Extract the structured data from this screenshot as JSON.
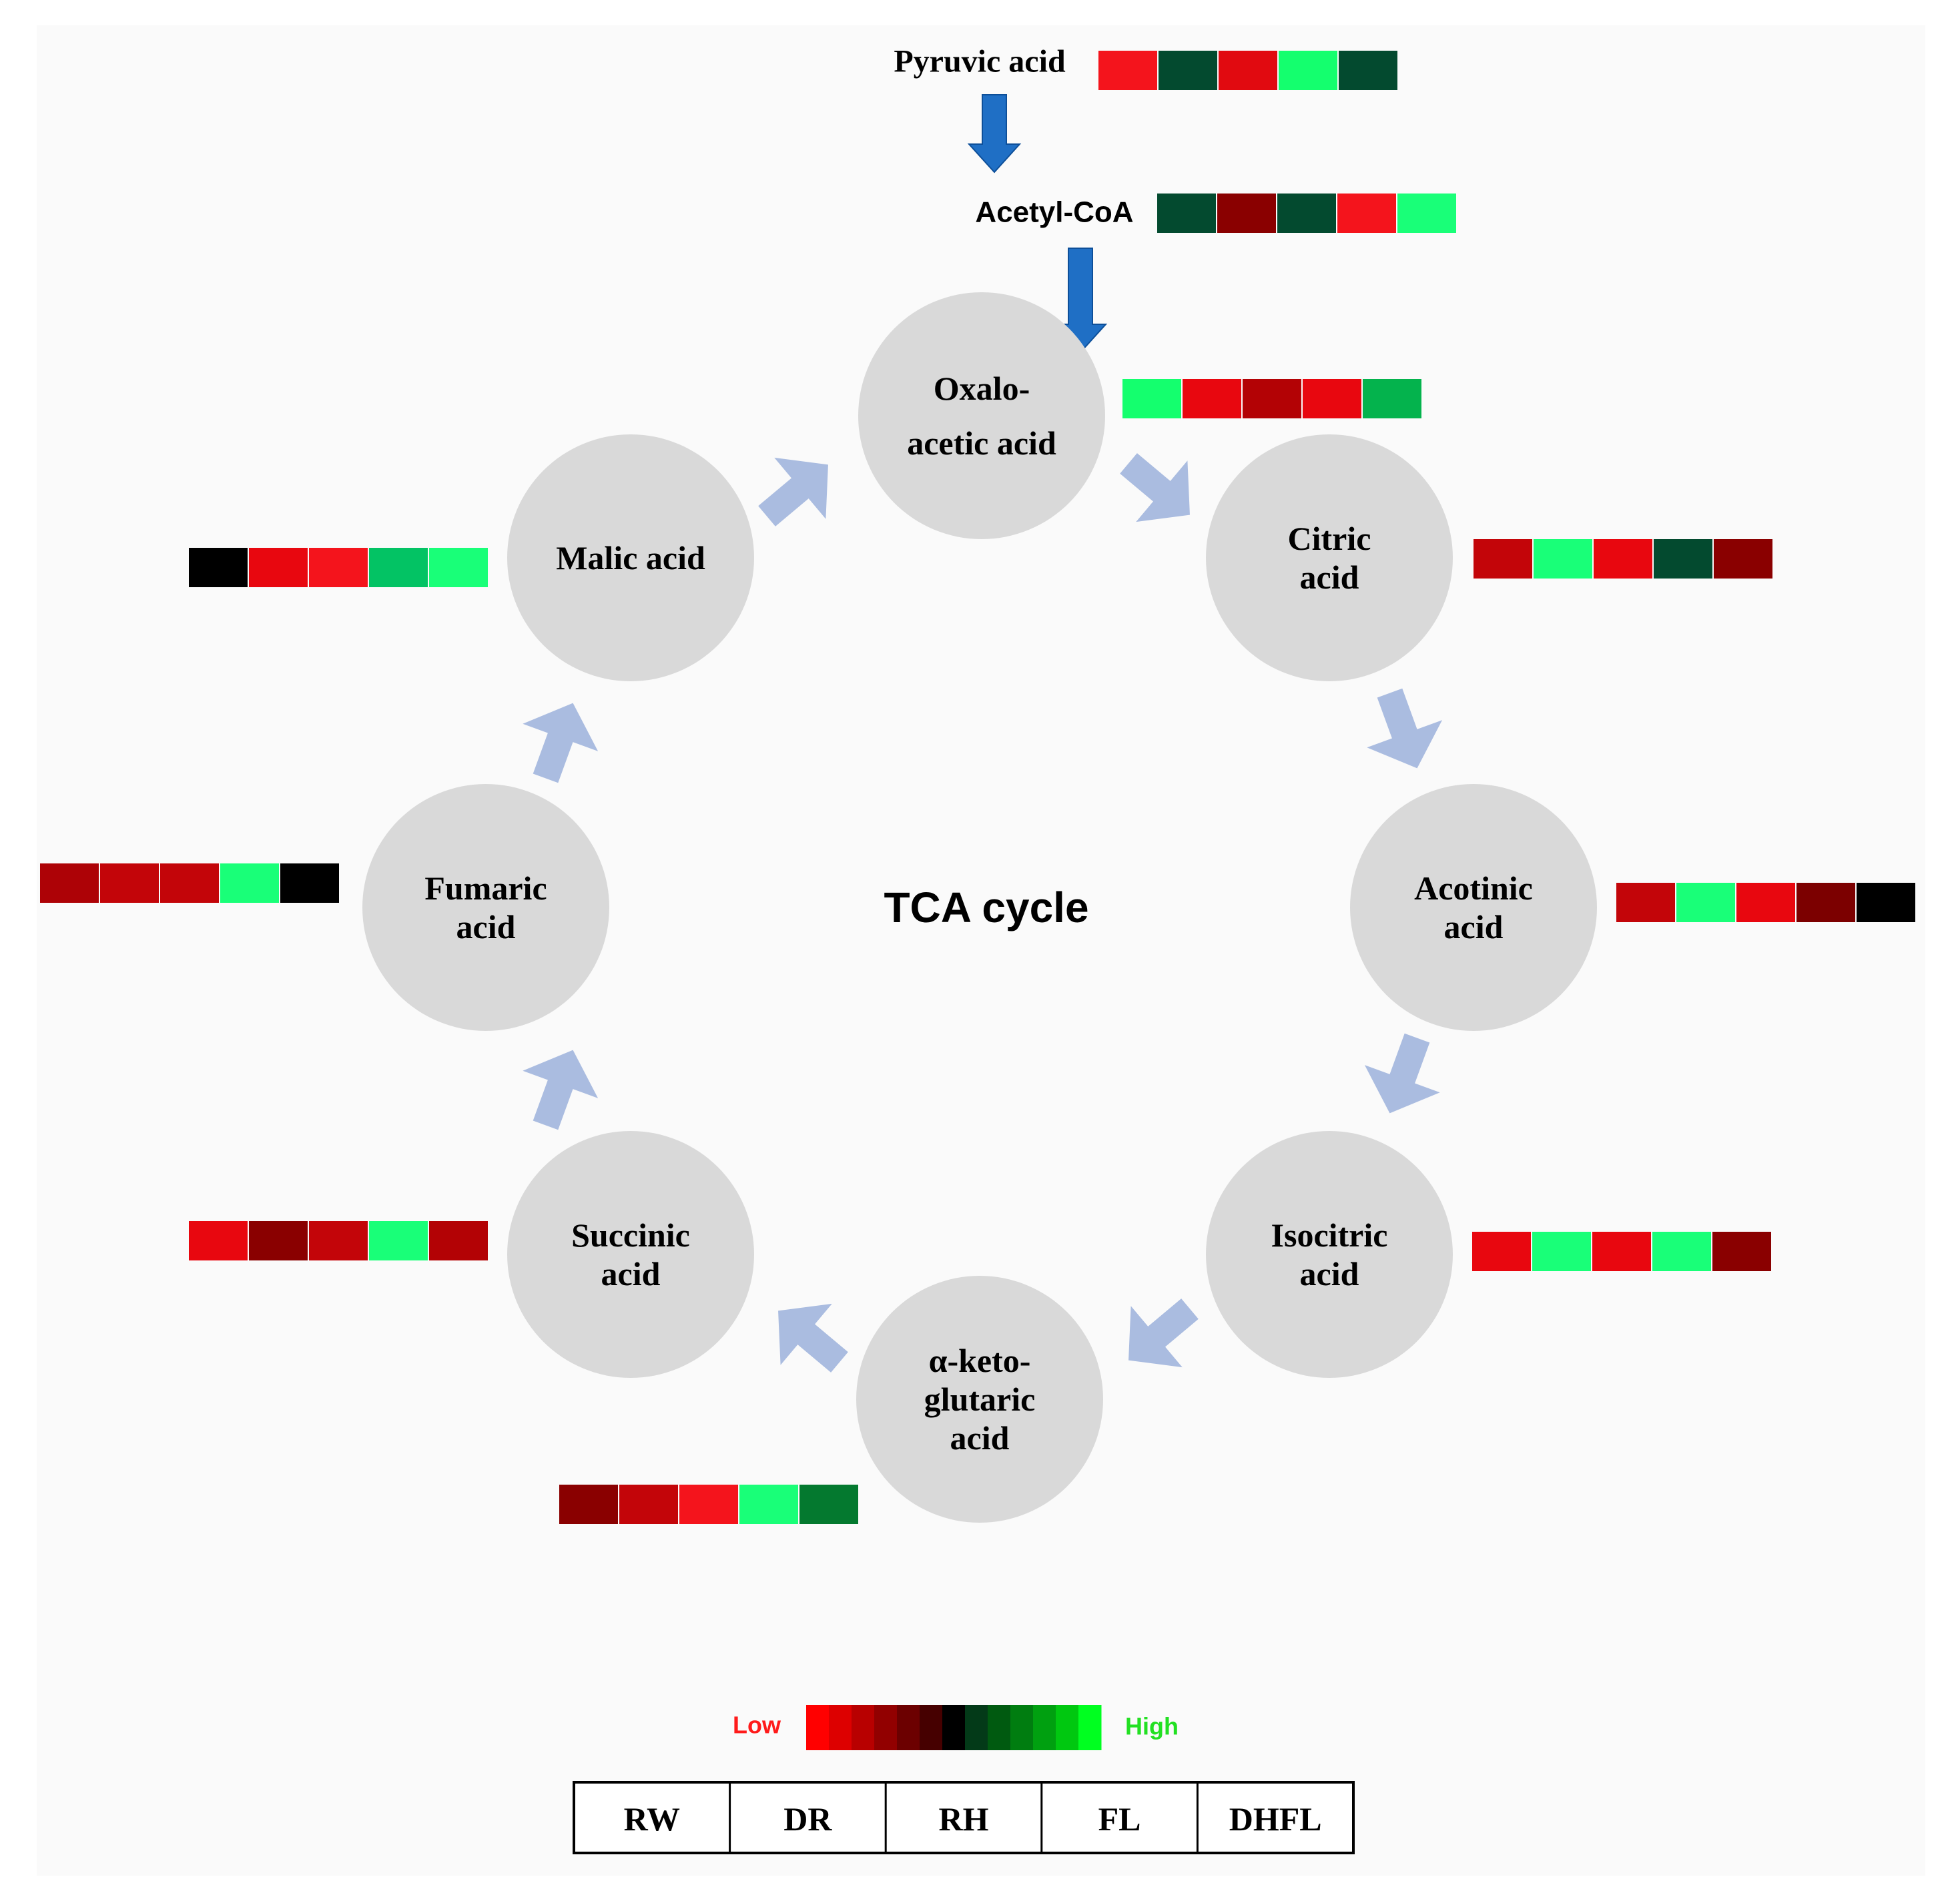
{
  "diagram": {
    "center_label": "TCA cycle",
    "upstream": [
      {
        "id": "pyruvic",
        "label": "Pyruvic acid",
        "colors": [
          "#f4141c",
          "#034a2f",
          "#e10a10",
          "#14ff6e",
          "#034a2f"
        ]
      },
      {
        "id": "acetyl",
        "label": "Acetyl-CoA",
        "colors": [
          "#034a2f",
          "#8a0000",
          "#034a2f",
          "#f4141c",
          "#19ff78"
        ]
      }
    ],
    "cycle": [
      {
        "id": "oxalo",
        "lines": [
          "Oxalo-",
          "acetic acid"
        ],
        "colors": [
          "#14ff6e",
          "#e8070f",
          "#b30205",
          "#e8070f",
          "#04b34d"
        ]
      },
      {
        "id": "citric",
        "lines": [
          "Citric",
          "acid"
        ],
        "colors": [
          "#c30509",
          "#19ff78",
          "#e8070f",
          "#034a2f",
          "#8a0000"
        ]
      },
      {
        "id": "acotinic",
        "lines": [
          "Acotinic",
          "acid"
        ],
        "colors": [
          "#c30509",
          "#19ff78",
          "#e8070f",
          "#7c0000",
          "#000000"
        ]
      },
      {
        "id": "isocitric",
        "lines": [
          "Isocitric",
          "acid"
        ],
        "colors": [
          "#e8070f",
          "#19ff78",
          "#e8070f",
          "#19ff78",
          "#8a0000"
        ]
      },
      {
        "id": "aketo",
        "lines": [
          "α-keto-",
          "glutaric",
          "acid"
        ],
        "colors": [
          "#8a0000",
          "#c30509",
          "#f4141c",
          "#19ff78",
          "#04792f"
        ]
      },
      {
        "id": "succinic",
        "lines": [
          "Succinic",
          "acid"
        ],
        "colors": [
          "#e8070f",
          "#8a0000",
          "#c30509",
          "#19ff78",
          "#b30205"
        ]
      },
      {
        "id": "fumaric",
        "lines": [
          "Fumaric",
          "acid"
        ],
        "colors": [
          "#ad0206",
          "#c30509",
          "#c30509",
          "#19ff78",
          "#000000"
        ]
      },
      {
        "id": "malic",
        "lines": [
          "Malic acid"
        ],
        "colors": [
          "#000000",
          "#e8070f",
          "#f4141c",
          "#03c364",
          "#19ff78"
        ]
      }
    ],
    "legend": {
      "low_label": "Low",
      "high_label": "High",
      "low_color": "#ff1a1a",
      "high_color": "#22e022",
      "scale_colors": [
        "#ff0000",
        "#dd0000",
        "#b80000",
        "#920000",
        "#6c0000",
        "#460000",
        "#000000",
        "#033a18",
        "#005a10",
        "#007d10",
        "#00a010",
        "#00c810",
        "#00ff20"
      ],
      "conditions": [
        "RW",
        "DR",
        "RH",
        "FL",
        "DHFL"
      ]
    },
    "colors": {
      "circle_fill": "#d9d9d9",
      "cycle_arrow": "#aabce0",
      "input_arrow": "#1f6fc5",
      "background": "#fafafa"
    }
  }
}
